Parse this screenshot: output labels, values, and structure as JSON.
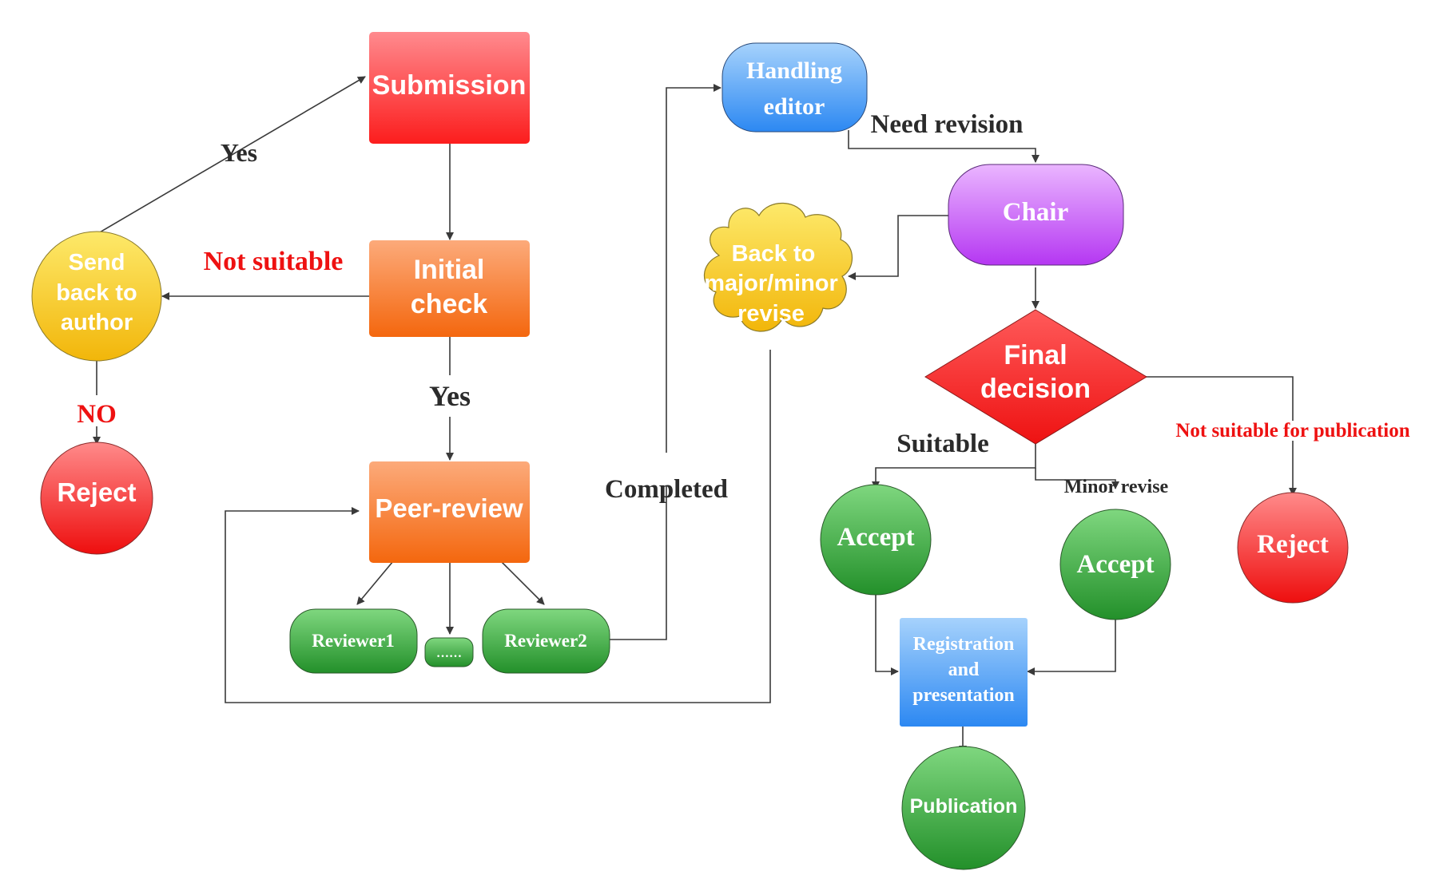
{
  "nodes": {
    "submission": "Submission",
    "initial_check": [
      "Initial",
      "check"
    ],
    "send_back": [
      "Send",
      "back to",
      "author"
    ],
    "reject_left": "Reject",
    "peer_review": "Peer-review",
    "reviewer1": "Reviewer1",
    "reviewer_dots": "……",
    "reviewer2": "Reviewer2",
    "handling_editor": [
      "Handling",
      "editor"
    ],
    "chair": "Chair",
    "back_revise": [
      "Back to",
      "major/minor",
      "revise"
    ],
    "final_decision": [
      "Final",
      "decision"
    ],
    "accept_left": "Accept",
    "accept_right": "Accept",
    "reject_right": "Reject",
    "registration": [
      "Registration",
      "and",
      "presentation"
    ],
    "publication": "Publication"
  },
  "edge_labels": {
    "yes_top": "Yes",
    "not_suitable": "Not suitable",
    "no": "NO",
    "yes_mid": "Yes",
    "completed": "Completed",
    "need_revision": "Need revision",
    "suitable": "Suitable",
    "minor_revise": "Minor revise",
    "not_suitable_pub": "Not suitable for publication"
  },
  "colors": {
    "submission": [
      "#ff8a8e",
      "#fc1d1d"
    ],
    "orange": [
      "#fcaa7a",
      "#f4670e"
    ],
    "yellow": [
      "#fde96a",
      "#f2b60a"
    ],
    "red_circle": [
      "#ff8a8a",
      "#ee0e0e"
    ],
    "green": [
      "#7fd77f",
      "#23902a"
    ],
    "blue": [
      "#9fcdfb",
      "#2c88f2"
    ],
    "purple": [
      "#eab6ff",
      "#b537f2"
    ],
    "edge": "#3a3a3a",
    "label_dark": "#2b2b2b",
    "label_red": "#ee1111"
  }
}
